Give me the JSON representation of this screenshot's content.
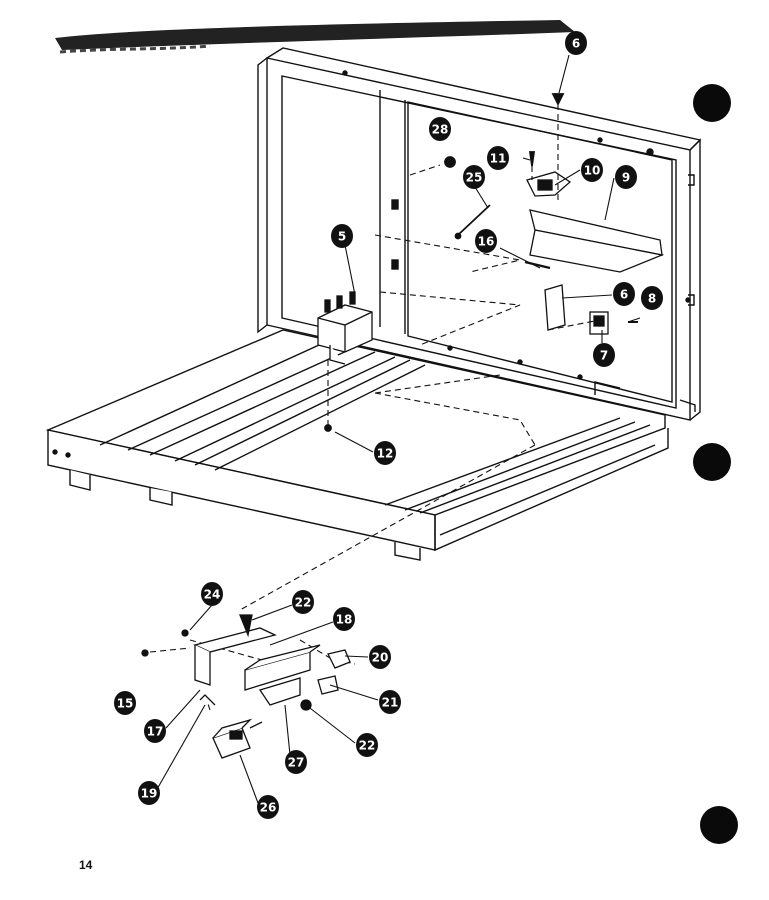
{
  "page_number": "14",
  "colors": {
    "ink": "#111111",
    "paper": "#ffffff",
    "hole_punch": "#0a0a0a"
  },
  "callouts": [
    {
      "id": "c6a",
      "label": "6"
    },
    {
      "id": "c28",
      "label": "28"
    },
    {
      "id": "c11",
      "label": "11"
    },
    {
      "id": "c10",
      "label": "10"
    },
    {
      "id": "c9",
      "label": "9"
    },
    {
      "id": "c25",
      "label": "25"
    },
    {
      "id": "c16",
      "label": "16"
    },
    {
      "id": "c5",
      "label": "5"
    },
    {
      "id": "c6b",
      "label": "6"
    },
    {
      "id": "c8",
      "label": "8"
    },
    {
      "id": "c7",
      "label": "7"
    },
    {
      "id": "c12",
      "label": "12"
    },
    {
      "id": "c24",
      "label": "24"
    },
    {
      "id": "c22a",
      "label": "22"
    },
    {
      "id": "c18",
      "label": "18"
    },
    {
      "id": "c20",
      "label": "20"
    },
    {
      "id": "c15",
      "label": "15"
    },
    {
      "id": "c21",
      "label": "21"
    },
    {
      "id": "c17",
      "label": "17"
    },
    {
      "id": "c22b",
      "label": "22"
    },
    {
      "id": "c27",
      "label": "27"
    },
    {
      "id": "c19",
      "label": "19"
    },
    {
      "id": "c26",
      "label": "26"
    }
  ]
}
